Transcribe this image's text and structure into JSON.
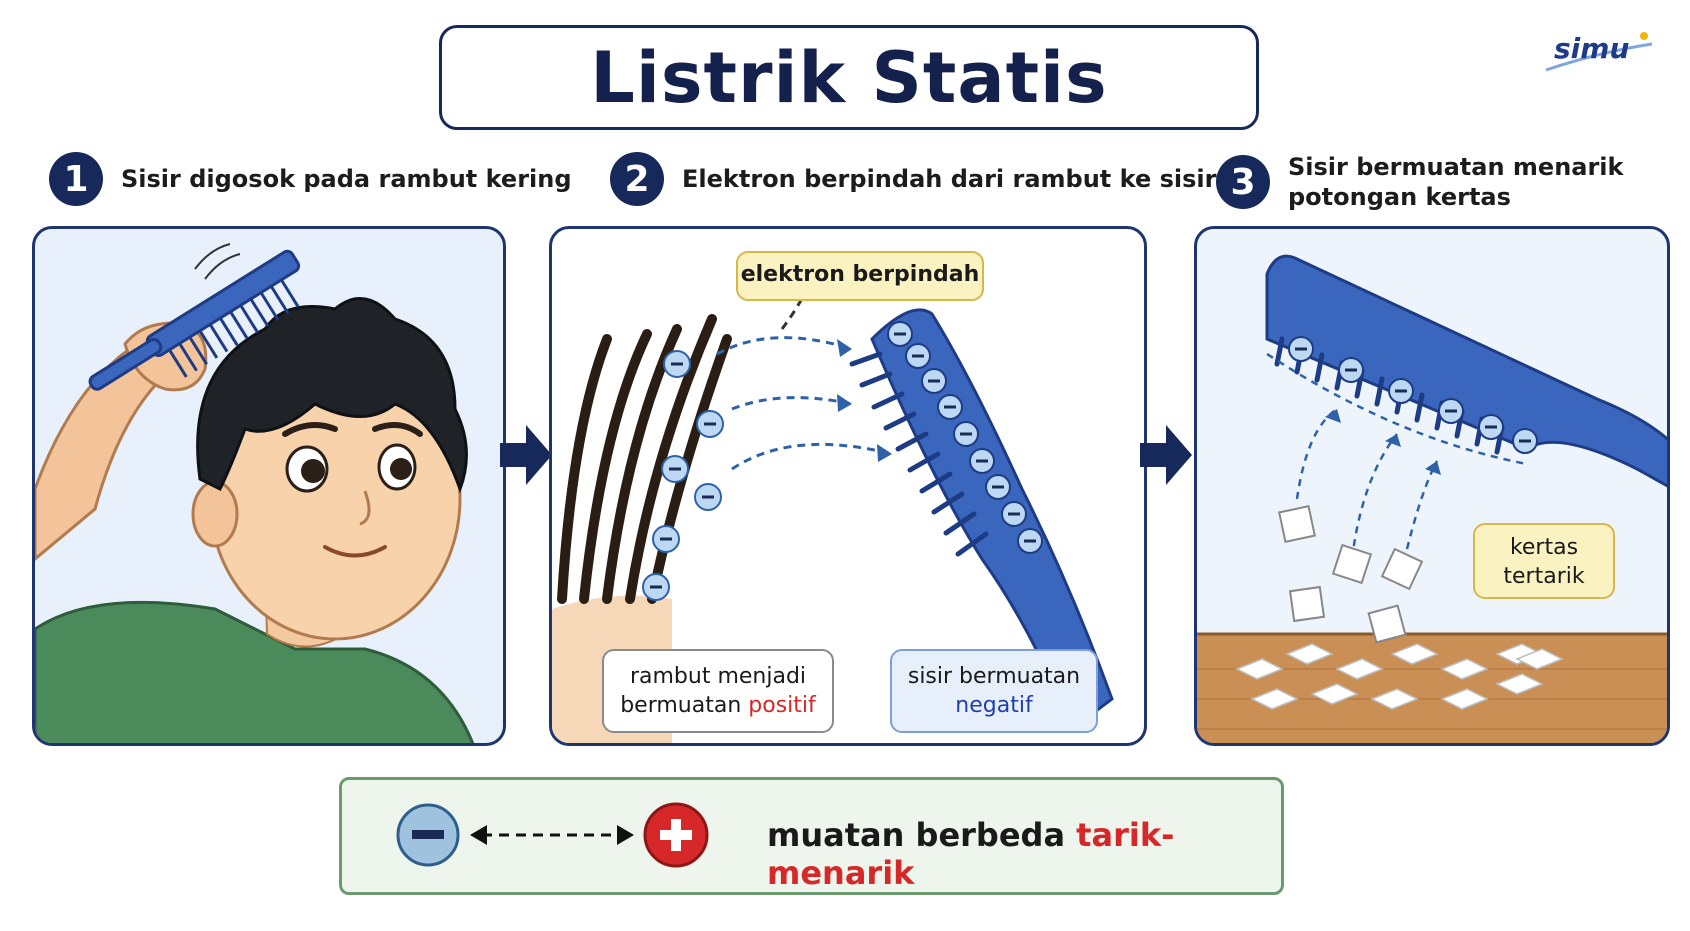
{
  "title": "Listrik Statis",
  "logo_text": "simu",
  "steps": [
    {
      "number": "1",
      "text": "Sisir digosok pada rambut kering"
    },
    {
      "number": "2",
      "text": "Elektron berpindah dari rambut ke sisir"
    },
    {
      "number": "3",
      "text_line1": "Sisir bermuatan menarik",
      "text_line2": "potongan kertas"
    }
  ],
  "panel2": {
    "electron_label": "elektron berpindah",
    "hair_label_line1": "rambut menjadi",
    "hair_label_line2_a": "bermuatan ",
    "hair_label_line2_b": "positif",
    "comb_label_line1": "sisir bermuatan",
    "comb_label_line2": "negatif"
  },
  "panel3": {
    "paper_label_line1": "kertas",
    "paper_label_line2": "tertarik"
  },
  "bottom": {
    "text_a": "muatan berbeda ",
    "text_b": "tarik-menarik"
  },
  "colors": {
    "navy": "#16295a",
    "comb_blue": "#3a66bd",
    "positive_red": "#d62828",
    "negative_blue": "#1f3fb0"
  }
}
